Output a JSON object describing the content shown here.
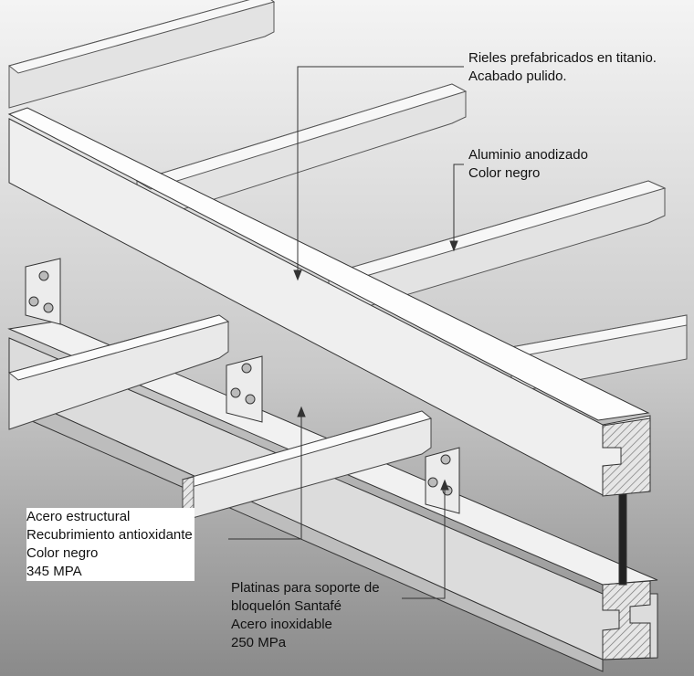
{
  "annotations": {
    "rieles": {
      "lines": [
        "Rieles prefabricados en titanio.",
        "Acabado pulido."
      ]
    },
    "aluminio": {
      "lines": [
        "Aluminio anodizado",
        "Color negro"
      ]
    },
    "acero": {
      "lines": [
        "Acero estructural",
        "Recubrimiento antioxidante",
        "Color negro",
        "345 MPA"
      ]
    },
    "platinas": {
      "lines": [
        "Platinas para soporte de",
        "bloquelón Santafé",
        "Acero inoxidable",
        "250 MPa"
      ]
    }
  },
  "colors": {
    "background_top": "#f2f2f2",
    "background_bottom": "#8c8c8c",
    "member_face": "#ededed",
    "member_edge": "#3a3a3a",
    "section_hatch": "#6e6e6e",
    "leader_line": "#333333"
  }
}
